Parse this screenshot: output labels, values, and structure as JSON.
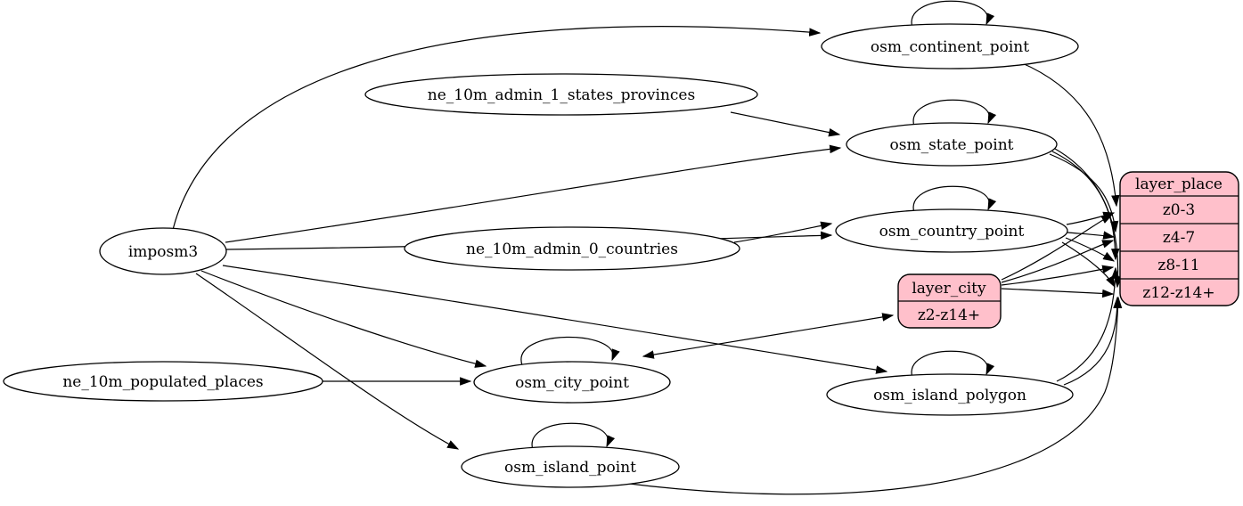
{
  "diagram": {
    "kind": "etl-graph",
    "colors": {
      "background": "#ffffff",
      "table_fill": "#ffffff",
      "layer_fill": "#ffc0cb",
      "stroke": "#000000",
      "text": "#000000"
    },
    "nodes": {
      "imposm3": {
        "label": "imposm3",
        "shape": "ellipse"
      },
      "ne_10m_admin_1_states_provinces": {
        "label": "ne_10m_admin_1_states_provinces",
        "shape": "ellipse"
      },
      "ne_10m_admin_0_countries": {
        "label": "ne_10m_admin_0_countries",
        "shape": "ellipse"
      },
      "ne_10m_populated_places": {
        "label": "ne_10m_populated_places",
        "shape": "ellipse"
      },
      "osm_continent_point": {
        "label": "osm_continent_point",
        "shape": "ellipse",
        "self_loop": true
      },
      "osm_state_point": {
        "label": "osm_state_point",
        "shape": "ellipse",
        "self_loop": true
      },
      "osm_country_point": {
        "label": "osm_country_point",
        "shape": "ellipse",
        "self_loop": true
      },
      "osm_city_point": {
        "label": "osm_city_point",
        "shape": "ellipse",
        "self_loop": true
      },
      "osm_island_polygon": {
        "label": "osm_island_polygon",
        "shape": "ellipse",
        "self_loop": true
      },
      "osm_island_point": {
        "label": "osm_island_point",
        "shape": "ellipse",
        "self_loop": true
      },
      "layer_city": {
        "title": "layer_city",
        "rows": [
          "z2-z14+"
        ],
        "shape": "record",
        "fill": "#ffc0cb"
      },
      "layer_place": {
        "title": "layer_place",
        "rows": [
          "z0-3",
          "z4-7",
          "z8-11",
          "z12-z14+"
        ],
        "shape": "record",
        "fill": "#ffc0cb"
      }
    },
    "edges": [
      {
        "from": "imposm3",
        "to": "osm_continent_point"
      },
      {
        "from": "imposm3",
        "to": "osm_state_point"
      },
      {
        "from": "imposm3",
        "to": "osm_country_point"
      },
      {
        "from": "imposm3",
        "to": "osm_city_point"
      },
      {
        "from": "imposm3",
        "to": "osm_island_polygon"
      },
      {
        "from": "imposm3",
        "to": "osm_island_point"
      },
      {
        "from": "ne_10m_admin_1_states_provinces",
        "to": "osm_state_point"
      },
      {
        "from": "ne_10m_admin_0_countries",
        "to": "osm_country_point"
      },
      {
        "from": "ne_10m_populated_places",
        "to": "osm_city_point"
      },
      {
        "from": "osm_continent_point",
        "to": "osm_continent_point",
        "self_loop": true
      },
      {
        "from": "osm_state_point",
        "to": "osm_state_point",
        "self_loop": true
      },
      {
        "from": "osm_country_point",
        "to": "osm_country_point",
        "self_loop": true
      },
      {
        "from": "osm_city_point",
        "to": "osm_city_point",
        "self_loop": true
      },
      {
        "from": "osm_island_polygon",
        "to": "osm_island_polygon",
        "self_loop": true
      },
      {
        "from": "osm_island_point",
        "to": "osm_island_point",
        "self_loop": true
      },
      {
        "from": "osm_city_point",
        "to": "layer_city.z2-z14+",
        "bidirectional": true
      },
      {
        "from": "osm_continent_point",
        "to": "layer_place.z0-3"
      },
      {
        "from": "osm_country_point",
        "to": "layer_place.z0-3"
      },
      {
        "from": "osm_country_point",
        "to": "layer_place.z4-7"
      },
      {
        "from": "osm_country_point",
        "to": "layer_place.z8-11"
      },
      {
        "from": "osm_country_point",
        "to": "layer_place.z12-z14+"
      },
      {
        "from": "osm_state_point",
        "to": "layer_place.z4-7"
      },
      {
        "from": "osm_state_point",
        "to": "layer_place.z8-11"
      },
      {
        "from": "osm_state_point",
        "to": "layer_place.z12-z14+"
      },
      {
        "from": "layer_city",
        "to": "layer_place.z0-3"
      },
      {
        "from": "layer_city",
        "to": "layer_place.z4-7"
      },
      {
        "from": "layer_city",
        "to": "layer_place.z8-11"
      },
      {
        "from": "layer_city",
        "to": "layer_place.z12-z14+"
      },
      {
        "from": "osm_island_polygon",
        "to": "layer_place.z8-11"
      },
      {
        "from": "osm_island_polygon",
        "to": "layer_place.z12-z14+"
      },
      {
        "from": "osm_island_point",
        "to": "layer_place.z12-z14+"
      }
    ]
  }
}
